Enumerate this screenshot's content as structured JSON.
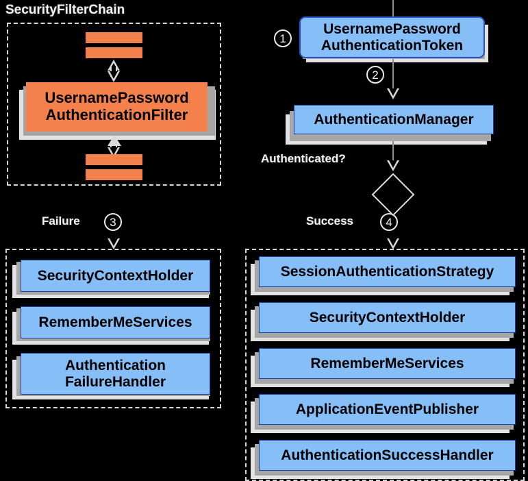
{
  "diagram": {
    "title_left": "SecurityFilterChain",
    "labels": {
      "authenticated": "Authenticated?",
      "failure": "Failure",
      "success": "Success"
    },
    "steps": {
      "one": "1",
      "two": "2",
      "three": "3",
      "four": "4"
    },
    "colors": {
      "background": "#000000",
      "orange_node": "#f4814c",
      "blue_node": "#86bef7",
      "blue_border": "#1c3fa8",
      "shadow_dark": "#a6a6a6",
      "shadow_light": "#e2e2e2",
      "dashed_border": "#d8d8d8",
      "text_outline_light": "#f4f4f4",
      "node_text": "#000000"
    },
    "filter_chain": {
      "main_filter": "UsernamePassword\nAuthenticationFilter",
      "bar_count_top": 2,
      "bar_count_bottom": 2
    },
    "flow": {
      "token": "UsernamePassword\nAuthenticationToken",
      "manager": "AuthenticationManager"
    },
    "failure_handlers": [
      "SecurityContextHolder",
      "RememberMeServices",
      "Authentication\nFailureHandler"
    ],
    "success_handlers": [
      "SessionAuthenticationStrategy",
      "SecurityContextHolder",
      "RememberMeServices",
      "ApplicationEventPublisher",
      "AuthenticationSuccessHandler"
    ]
  }
}
